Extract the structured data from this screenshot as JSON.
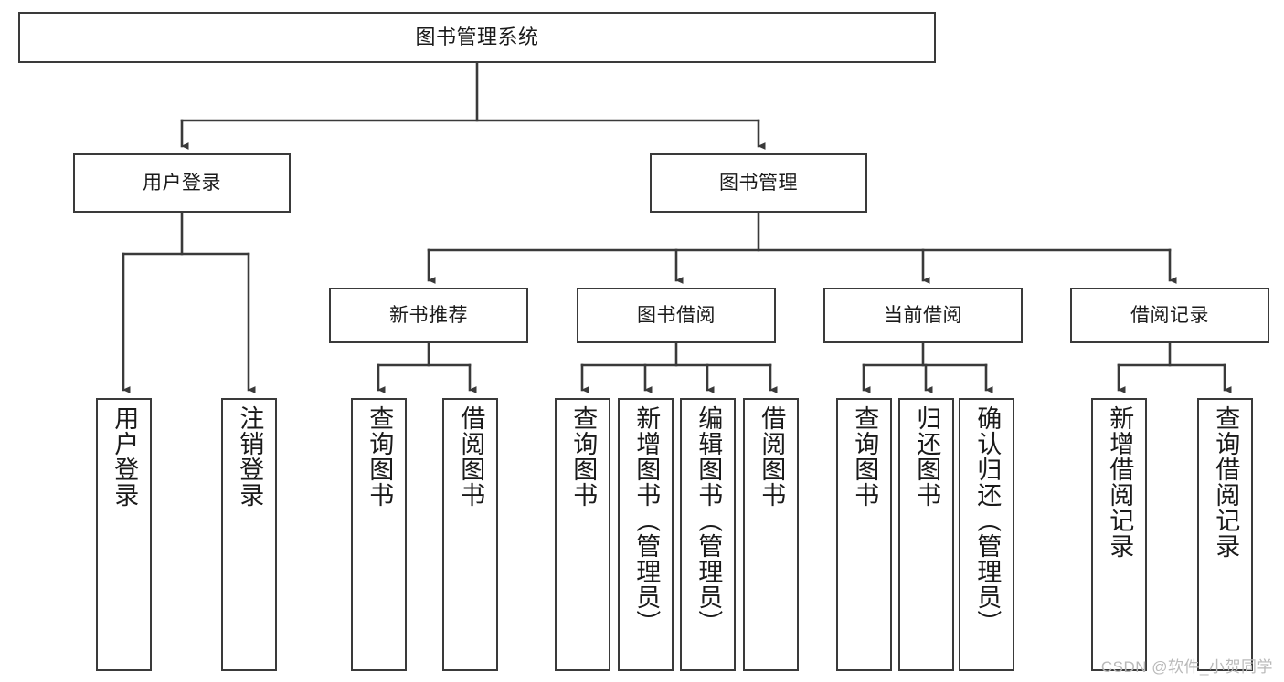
{
  "diagram": {
    "type": "tree",
    "title": "图书管理系统",
    "orientation": "top-down",
    "colors": {
      "box_border": "#3a3a3a",
      "box_fill": "#ffffff",
      "edge": "#3a3a3a",
      "text": "#1a1a1a",
      "watermark": "#b9b9b9",
      "background": "#ffffff"
    }
  },
  "watermark": {
    "text": "CSDN @软件_小贺同学"
  },
  "nodes": {
    "root": {
      "label": "图书管理系统"
    },
    "level2": [
      {
        "id": "user-login",
        "label": "用户登录"
      },
      {
        "id": "book-manage",
        "label": "图书管理"
      }
    ],
    "level3": [
      {
        "id": "new-book-recommend",
        "label": "新书推荐"
      },
      {
        "id": "book-borrow",
        "label": "图书借阅"
      },
      {
        "id": "current-borrow",
        "label": "当前借阅"
      },
      {
        "id": "borrow-record",
        "label": "借阅记录"
      }
    ],
    "leaves": {
      "user_login": [
        {
          "id": "leaf-user-login",
          "label": "用户登录"
        },
        {
          "id": "leaf-user-logout",
          "label": "注销登录"
        }
      ],
      "new_book_recommend": [
        {
          "id": "leaf-query-book-1",
          "label": "查询图书"
        },
        {
          "id": "leaf-borrow-book-1",
          "label": "借阅图书"
        }
      ],
      "book_borrow": [
        {
          "id": "leaf-query-book-2",
          "label": "查询图书"
        },
        {
          "id": "leaf-add-book",
          "label": "新增图书（管理员）"
        },
        {
          "id": "leaf-edit-book",
          "label": "编辑图书（管理员）"
        },
        {
          "id": "leaf-borrow-book-2",
          "label": "借阅图书"
        }
      ],
      "current_borrow": [
        {
          "id": "leaf-query-book-3",
          "label": "查询图书"
        },
        {
          "id": "leaf-return-book",
          "label": "归还图书"
        },
        {
          "id": "leaf-confirm-return",
          "label": "确认归还（管理员）"
        }
      ],
      "borrow_record": [
        {
          "id": "leaf-add-record",
          "label": "新增借阅记录"
        },
        {
          "id": "leaf-query-record",
          "label": "查询借阅记录"
        }
      ]
    }
  }
}
